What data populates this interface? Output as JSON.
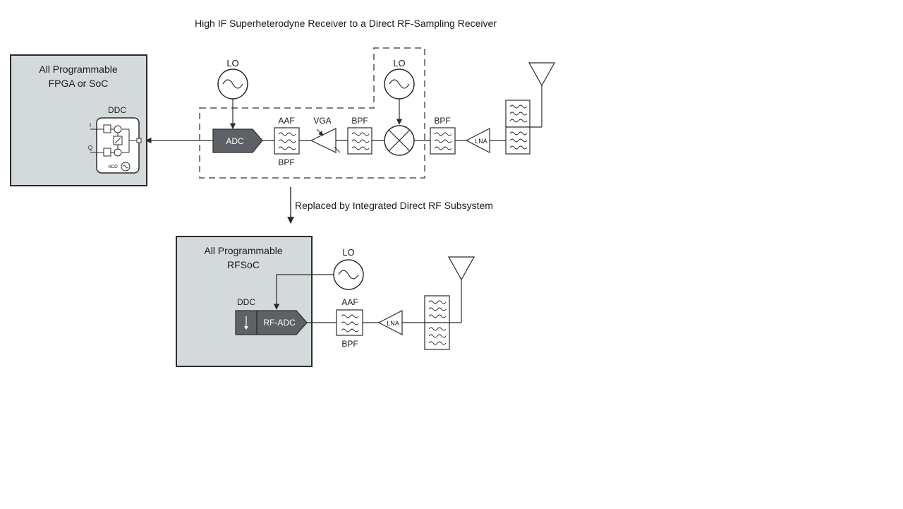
{
  "title": "High IF Superheterodyne Receiver to a Direct RF-Sampling Receiver",
  "transition_label": "Replaced by Integrated Direct RF Subsystem",
  "top": {
    "fpga_line1": "All Programmable",
    "fpga_line2": "FPGA or SoC",
    "ddc": "DDC",
    "ddc_i": "I",
    "ddc_q": "Q",
    "nco": "NCO",
    "lo_left": "LO",
    "lo_right": "LO",
    "adc": "ADC",
    "aaf": "AAF",
    "aaf_bpf": "BPF",
    "vga": "VGA",
    "bpf_mid": "BPF",
    "bpf_right": "BPF",
    "lna": "LNA"
  },
  "bottom": {
    "rfsoc_line1": "All Programmable",
    "rfsoc_line2": "RFSoC",
    "ddc": "DDC",
    "rfadc": "RF-ADC",
    "lo": "LO",
    "aaf": "AAF",
    "aaf_bpf": "BPF",
    "lna": "LNA"
  },
  "colors": {
    "chip_fill": "#d4d9dc",
    "adc_fill": "#5e6266",
    "stroke": "#2b2b2b"
  }
}
